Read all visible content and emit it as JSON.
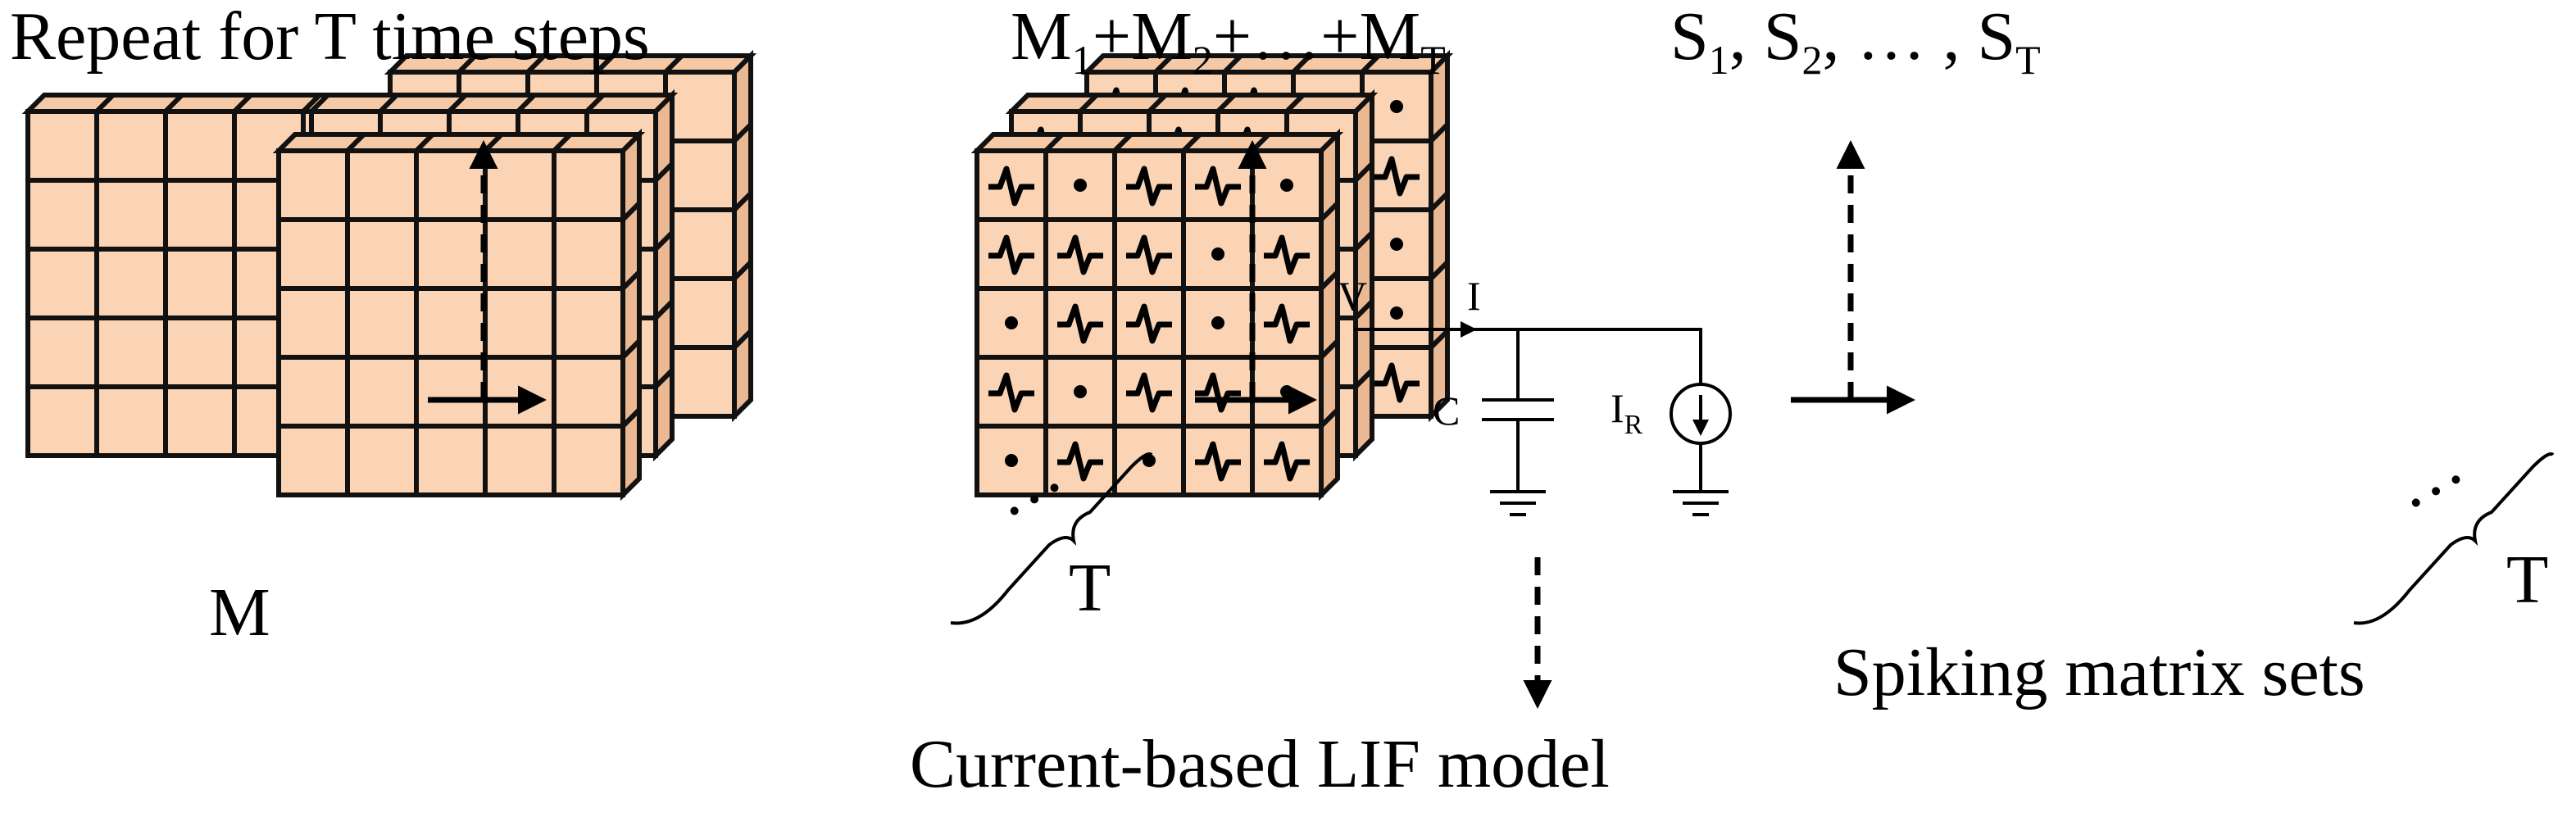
{
  "labels": {
    "repeat": "Repeat for T time steps",
    "input_matrix": "M",
    "sum_prefix": "M",
    "sum_sub_1": "1",
    "sum_op_1": "+M",
    "sum_sub_2": "2",
    "sum_op_2": "+…+M",
    "sum_sub_t": "T",
    "spike_prefix": "S",
    "spike_sub_1": "1",
    "spike_op_1": ", S",
    "spike_sub_2": "2",
    "spike_op_2": ", … , S",
    "spike_sub_t": "T",
    "time_steps_1": "T",
    "time_steps_2": "T",
    "ellipsis_1": "…",
    "ellipsis_2": "…",
    "lif_model": "Current-based LIF model",
    "spiking_sets": "Spiking matrix sets"
  },
  "circuit": {
    "voltage": "V",
    "current": "I",
    "capacitor": "C",
    "reset_prefix": "I",
    "reset_sub": "R"
  },
  "spike_patterns": {
    "front": [
      [
        1,
        0,
        1,
        1,
        0
      ],
      [
        1,
        1,
        1,
        0,
        1
      ],
      [
        0,
        1,
        1,
        0,
        1
      ],
      [
        1,
        0,
        1,
        1,
        0
      ],
      [
        0,
        1,
        0,
        1,
        1
      ]
    ],
    "back": [
      [
        1,
        1,
        1,
        0,
        0
      ],
      [
        0,
        1,
        1,
        1,
        1
      ],
      [
        1,
        0,
        1,
        1,
        0
      ],
      [
        1,
        1,
        0,
        1,
        0
      ],
      [
        1,
        1,
        0,
        1,
        1
      ]
    ],
    "middle_top_row": [
      1,
      0,
      1,
      1,
      0
    ]
  },
  "colors": {
    "cell_face": "#fad4b4",
    "cell_top": "#f6c9a6",
    "cell_side": "#eab892",
    "stroke": "#111111"
  }
}
